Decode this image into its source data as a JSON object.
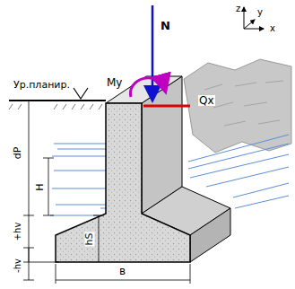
{
  "diagram": {
    "labels": [
      "Ур.планир.",
      "My",
      "N",
      "Qx",
      "z",
      "y",
      "x",
      "dP",
      "H",
      "hS",
      "+hv",
      "-hv",
      "в"
    ]
  }
}
